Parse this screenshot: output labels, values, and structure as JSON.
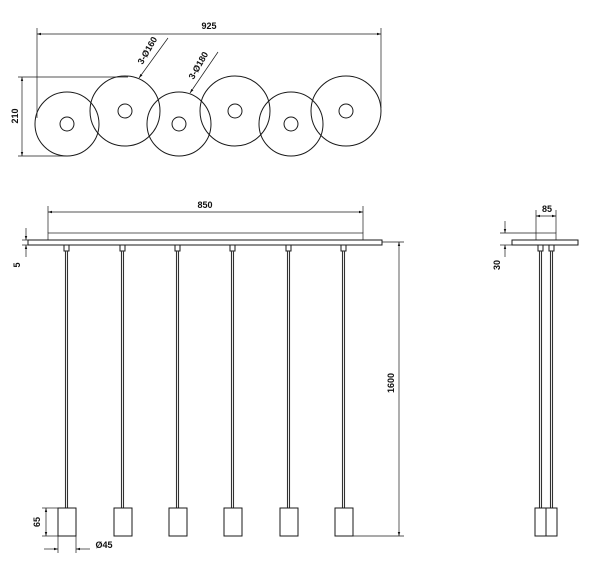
{
  "dimensions": {
    "top_width": "925",
    "top_height": "210",
    "small_disc": "3-Ø160",
    "large_disc": "3-Ø180",
    "front_width": "850",
    "plate_thickness": "5",
    "suspension_length": "1600",
    "shade_height": "65",
    "shade_diameter": "Ø45",
    "side_width": "85",
    "side_canopy": "30"
  }
}
